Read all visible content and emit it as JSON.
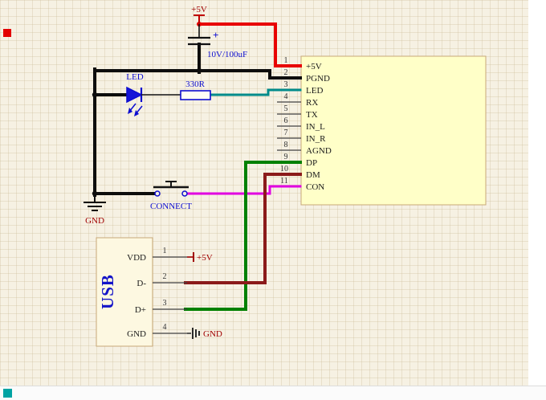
{
  "schematic": {
    "power_top": {
      "label": "+5V"
    },
    "capacitor": {
      "plus": "+",
      "value": "10V/100uF"
    },
    "led": {
      "label": "LED"
    },
    "resistor": {
      "label": "330R"
    },
    "button": {
      "label": "CONNECT"
    },
    "gnd_left": {
      "label": "GND"
    },
    "ic": {
      "pins": [
        {
          "num": "1",
          "label": "+5V"
        },
        {
          "num": "2",
          "label": "PGND"
        },
        {
          "num": "3",
          "label": "LED"
        },
        {
          "num": "4",
          "label": "RX"
        },
        {
          "num": "5",
          "label": "TX"
        },
        {
          "num": "6",
          "label": "IN_L"
        },
        {
          "num": "7",
          "label": "IN_R"
        },
        {
          "num": "8",
          "label": "AGND"
        },
        {
          "num": "9",
          "label": "DP"
        },
        {
          "num": "10",
          "label": "DM"
        },
        {
          "num": "11",
          "label": "CON"
        }
      ]
    },
    "usb": {
      "title": "USB",
      "pins": [
        {
          "num": "1",
          "label": "VDD"
        },
        {
          "num": "2",
          "label": "D-"
        },
        {
          "num": "3",
          "label": "D+"
        },
        {
          "num": "4",
          "label": "GND"
        }
      ],
      "vdd_net": "+5V",
      "gnd_net": "GND"
    },
    "colors": {
      "power_wire": "#e80000",
      "gnd_wire": "#0d0d0d",
      "led_wire": "#008b8b",
      "dp_wire": "#008000",
      "dm_wire": "#8b1a1a",
      "con_wire": "#e000e0",
      "component_blue": "#0d0dd0",
      "net_red": "#a00000",
      "block_fill": "#ffffc8"
    }
  }
}
